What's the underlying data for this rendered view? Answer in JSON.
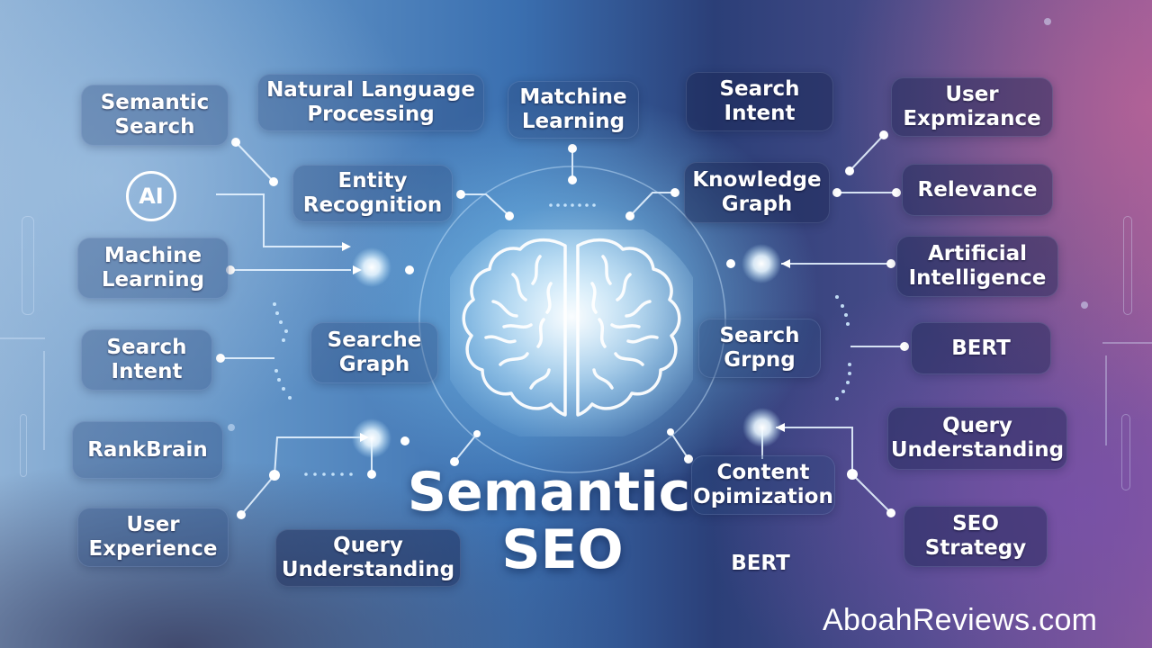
{
  "title": {
    "line1": "Semantic",
    "line2": "SEO"
  },
  "ai_badge": "AI",
  "watermark": "AboahReviews.com",
  "colors": {
    "text": "#ffffff",
    "bg_left": "#8fb2d6",
    "bg_center": "#3a6fb0",
    "bg_right_dark": "#2b3f78",
    "bg_right_purple": "#8a5a9a",
    "glow": "#bfe9ff"
  },
  "nodes": {
    "semantic_search": "Semantic Search",
    "nlp": "Natural Language Processing",
    "matchine_learning": "Matchine Learning",
    "search_intent_top": "Search Intent",
    "user_expmizance": "User Expmizance",
    "entity_recognition": "Entity Recognition",
    "knowledge_graph": "Knowledge Graph",
    "relevance": "Relevance",
    "machine_learning_left": "Machine Learning",
    "artificial_intelligence": "Artificial Intelligence",
    "search_intent_left": "Search Intent",
    "searche_graph": "Searche Graph",
    "search_grpng": "Search Grpng",
    "bert_right": "BERT",
    "rankbrain": "RankBrain",
    "query_understanding_right": "Query Understanding",
    "content_opimization": "Content Opimization",
    "user_experience": "User Experience",
    "query_understanding_bottom": "Query Understanding",
    "seo_strategy": "SEO Strategy",
    "bert_bottom": "BERT"
  },
  "icons": {
    "brain": "brain-icon",
    "ai": "ai-circle-icon"
  }
}
